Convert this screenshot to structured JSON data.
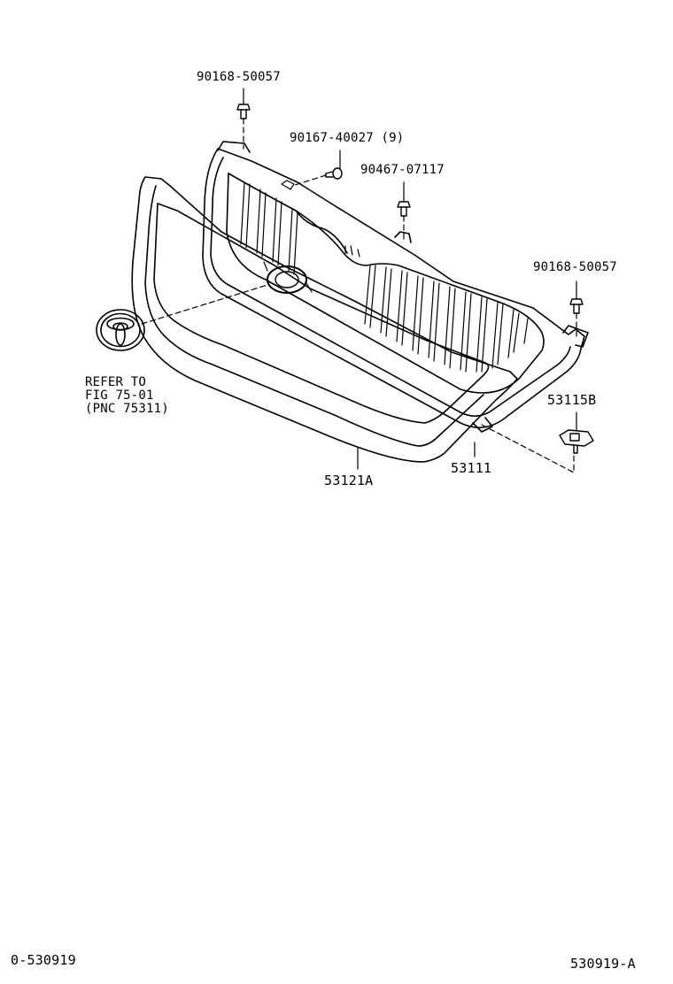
{
  "labels": {
    "screw_top": "90168-50057",
    "bolt_mid": "90167-40027 (9)",
    "clip_mid": "90467-07117",
    "screw_right": "90168-50057",
    "bracket": "53115B",
    "emblem_ref_line1": "REFER TO",
    "emblem_ref_line2": "FIG 75-01",
    "emblem_ref_line3": "(PNC 75311)",
    "outer_frame": "53121A",
    "grille": "53111"
  },
  "footer": {
    "left_code": "0-530919",
    "right_code": "530919-A"
  }
}
